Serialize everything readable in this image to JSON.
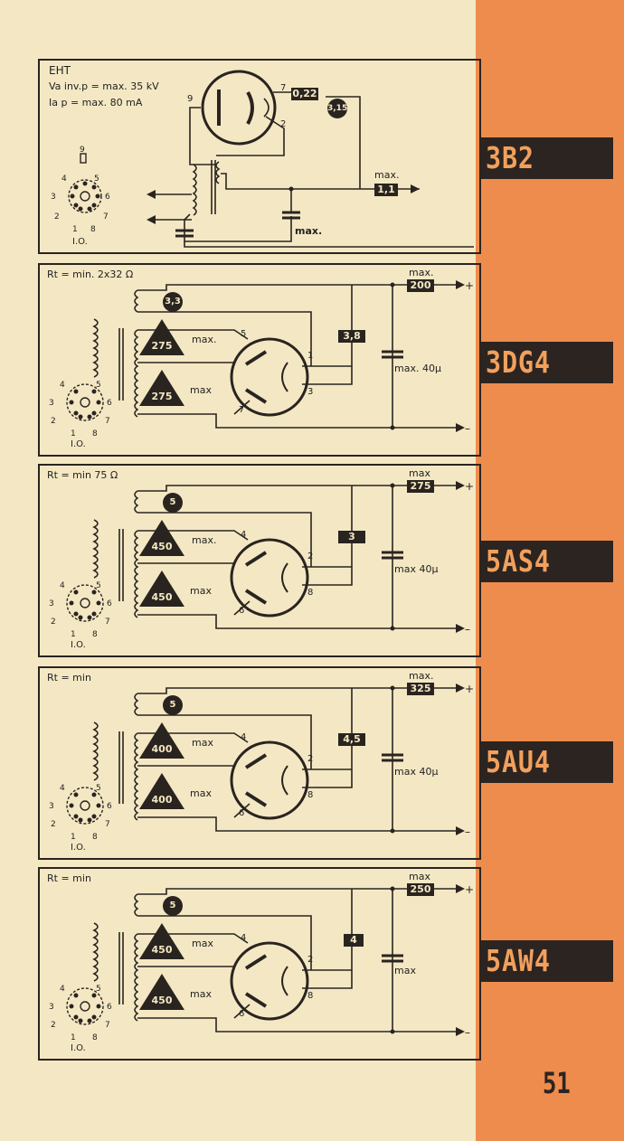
{
  "page_number": "51",
  "tubes": [
    {
      "type": "3B2",
      "label": "EHT",
      "spec_line1": "Va inv.p = max. 35 kV",
      "spec_line2": "Ia p = max. 80 mA",
      "cap_value": "0,22",
      "heater_value": "3,15",
      "out_max": "max.",
      "out_value": "1,1",
      "cap_max": "max.",
      "pins": [
        "9",
        "7",
        "2"
      ],
      "socket_pins": [
        "9",
        "4",
        "5",
        "3",
        "6",
        "2",
        "7",
        "1",
        "8"
      ],
      "socket_label": "I.O."
    },
    {
      "type": "3DG4",
      "rt": "Rt = min. 2x32 Ω",
      "heater_value": "3,3",
      "tri1": "275",
      "tri1_label": "max.",
      "tri2": "275",
      "tri2_label": "max",
      "current_value": "3,8",
      "out_max": "max.",
      "out_value": "200",
      "cap_label": "max. 40µ",
      "pins": [
        "5",
        "1",
        "7",
        "3"
      ],
      "socket_pins": [
        "4",
        "5",
        "3",
        "6",
        "2",
        "7",
        "1",
        "8"
      ],
      "socket_label": "I.O."
    },
    {
      "type": "5AS4",
      "rt": "Rt = min 75 Ω",
      "heater_value": "5",
      "tri1": "450",
      "tri1_label": "max.",
      "tri2": "450",
      "tri2_label": "max",
      "current_value": "3",
      "out_max": "max",
      "out_value": "275",
      "cap_label": "max 40µ",
      "pins": [
        "4",
        "2",
        "6",
        "8"
      ],
      "socket_pins": [
        "4",
        "5",
        "3",
        "6",
        "2",
        "7",
        "1",
        "8"
      ],
      "socket_label": "I.O."
    },
    {
      "type": "5AU4",
      "rt": "Rt = min",
      "heater_value": "5",
      "tri1": "400",
      "tri1_label": "max",
      "tri2": "400",
      "tri2_label": "max",
      "current_value": "4,5",
      "out_max": "max.",
      "out_value": "325",
      "cap_label": "max 40µ",
      "pins": [
        "4",
        "2",
        "6",
        "8"
      ],
      "socket_pins": [
        "4",
        "5",
        "3",
        "6",
        "2",
        "7",
        "1",
        "8"
      ],
      "socket_label": "I.O."
    },
    {
      "type": "5AW4",
      "rt": "Rt = min",
      "heater_value": "5",
      "tri1": "450",
      "tri1_label": "max",
      "tri2": "450",
      "tri2_label": "max",
      "current_value": "4",
      "out_max": "max",
      "out_value": "250",
      "cap_label": "max",
      "pins": [
        "4",
        "2",
        "6",
        "8"
      ],
      "socket_pins": [
        "4",
        "5",
        "3",
        "6",
        "2",
        "7",
        "1",
        "8"
      ],
      "socket_label": "I.O."
    }
  ],
  "terminal_plus": "+",
  "terminal_minus": "–",
  "colors": {
    "paper": "#f4e8c4",
    "stripe": "#ee8c4e",
    "ink": "#2a2420",
    "tab_text": "#f2a05c"
  }
}
